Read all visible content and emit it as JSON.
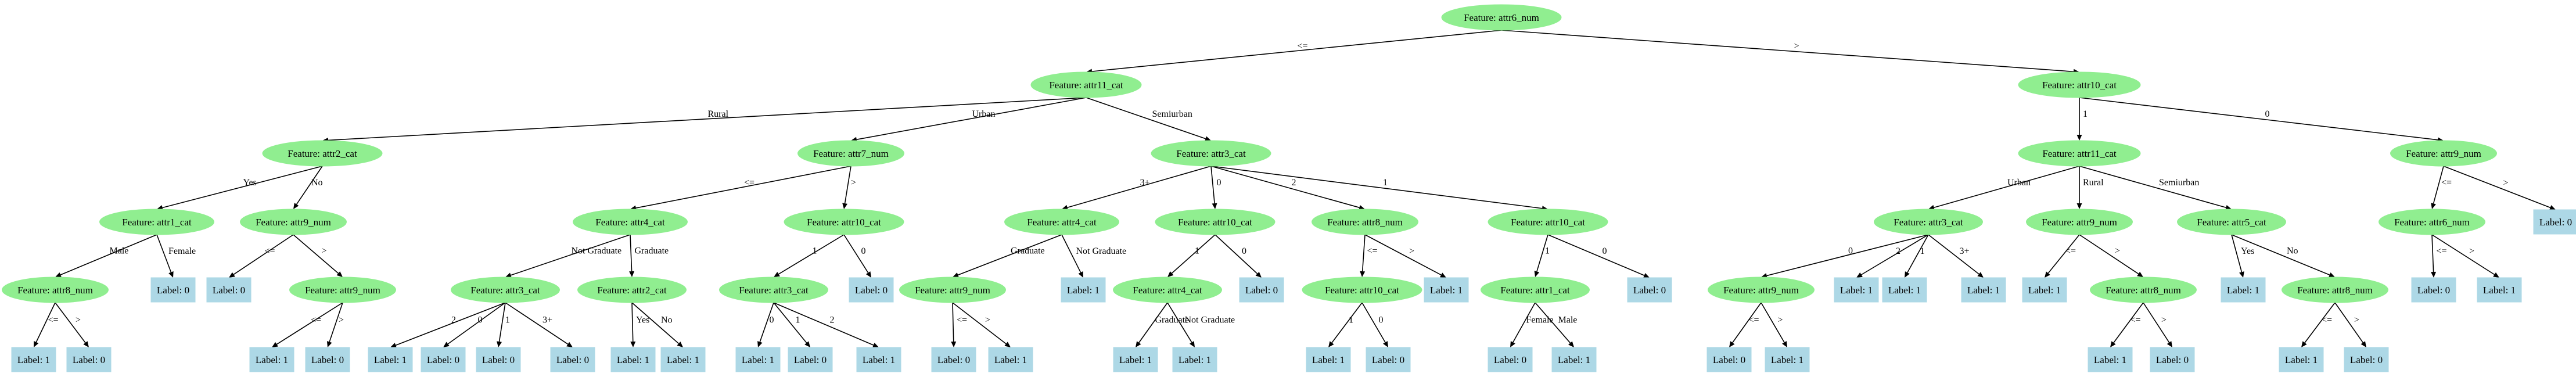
{
  "colors": {
    "feature_node_fill": "#90ee90",
    "leaf_node_fill": "#add8e6",
    "edge": "#000000",
    "background": "#ffffff"
  },
  "diagram": {
    "type": "decision-tree",
    "nodes": [
      {
        "id": "n0",
        "kind": "feature",
        "text": "Feature: attr6_num"
      },
      {
        "id": "n1",
        "kind": "feature",
        "text": "Feature: attr11_cat"
      },
      {
        "id": "n2",
        "kind": "feature",
        "text": "Feature: attr2_cat"
      },
      {
        "id": "n3",
        "kind": "feature",
        "text": "Feature: attr1_cat"
      },
      {
        "id": "n4",
        "kind": "feature",
        "text": "Feature: attr8_num"
      },
      {
        "id": "n5",
        "kind": "leaf",
        "text": "Label: 1"
      },
      {
        "id": "n6",
        "kind": "leaf",
        "text": "Label: 0"
      },
      {
        "id": "n7",
        "kind": "leaf",
        "text": "Label: 0"
      },
      {
        "id": "n8",
        "kind": "feature",
        "text": "Feature: attr9_num"
      },
      {
        "id": "n9",
        "kind": "leaf",
        "text": "Label: 0"
      },
      {
        "id": "n10",
        "kind": "feature",
        "text": "Feature: attr9_num"
      },
      {
        "id": "n11",
        "kind": "leaf",
        "text": "Label: 1"
      },
      {
        "id": "n12",
        "kind": "leaf",
        "text": "Label: 0"
      },
      {
        "id": "n13",
        "kind": "feature",
        "text": "Feature: attr7_num"
      },
      {
        "id": "n14",
        "kind": "feature",
        "text": "Feature: attr4_cat"
      },
      {
        "id": "n15",
        "kind": "feature",
        "text": "Feature: attr3_cat"
      },
      {
        "id": "n16",
        "kind": "leaf",
        "text": "Label: 1"
      },
      {
        "id": "n17",
        "kind": "leaf",
        "text": "Label: 0"
      },
      {
        "id": "n18",
        "kind": "leaf",
        "text": "Label: 0"
      },
      {
        "id": "n19",
        "kind": "leaf",
        "text": "Label: 0"
      },
      {
        "id": "n20",
        "kind": "feature",
        "text": "Feature: attr2_cat"
      },
      {
        "id": "n21",
        "kind": "leaf",
        "text": "Label: 1"
      },
      {
        "id": "n22",
        "kind": "leaf",
        "text": "Label: 1"
      },
      {
        "id": "n23",
        "kind": "feature",
        "text": "Feature: attr10_cat"
      },
      {
        "id": "n24",
        "kind": "feature",
        "text": "Feature: attr3_cat"
      },
      {
        "id": "n25",
        "kind": "leaf",
        "text": "Label: 1"
      },
      {
        "id": "n26",
        "kind": "leaf",
        "text": "Label: 0"
      },
      {
        "id": "n27",
        "kind": "leaf",
        "text": "Label: 1"
      },
      {
        "id": "n28",
        "kind": "leaf",
        "text": "Label: 0"
      },
      {
        "id": "n29",
        "kind": "feature",
        "text": "Feature: attr3_cat"
      },
      {
        "id": "n30",
        "kind": "feature",
        "text": "Feature: attr4_cat"
      },
      {
        "id": "n31",
        "kind": "feature",
        "text": "Feature: attr9_num"
      },
      {
        "id": "n32",
        "kind": "leaf",
        "text": "Label: 0"
      },
      {
        "id": "n33",
        "kind": "leaf",
        "text": "Label: 1"
      },
      {
        "id": "n34",
        "kind": "leaf",
        "text": "Label: 1"
      },
      {
        "id": "n35",
        "kind": "feature",
        "text": "Feature: attr10_cat"
      },
      {
        "id": "n36",
        "kind": "feature",
        "text": "Feature: attr4_cat"
      },
      {
        "id": "n37",
        "kind": "leaf",
        "text": "Label: 1"
      },
      {
        "id": "n38",
        "kind": "leaf",
        "text": "Label: 1"
      },
      {
        "id": "n39",
        "kind": "leaf",
        "text": "Label: 0"
      },
      {
        "id": "n40",
        "kind": "feature",
        "text": "Feature: attr8_num"
      },
      {
        "id": "n41",
        "kind": "feature",
        "text": "Feature: attr10_cat"
      },
      {
        "id": "n42",
        "kind": "leaf",
        "text": "Label: 1"
      },
      {
        "id": "n43",
        "kind": "leaf",
        "text": "Label: 0"
      },
      {
        "id": "n44",
        "kind": "leaf",
        "text": "Label: 1"
      },
      {
        "id": "n45",
        "kind": "feature",
        "text": "Feature: attr10_cat"
      },
      {
        "id": "n46",
        "kind": "feature",
        "text": "Feature: attr1_cat"
      },
      {
        "id": "n47",
        "kind": "leaf",
        "text": "Label: 0"
      },
      {
        "id": "n48",
        "kind": "leaf",
        "text": "Label: 1"
      },
      {
        "id": "n49",
        "kind": "leaf",
        "text": "Label: 0"
      },
      {
        "id": "n50",
        "kind": "feature",
        "text": "Feature: attr10_cat"
      },
      {
        "id": "n51",
        "kind": "feature",
        "text": "Feature: attr11_cat"
      },
      {
        "id": "n52",
        "kind": "feature",
        "text": "Feature: attr3_cat"
      },
      {
        "id": "n53",
        "kind": "feature",
        "text": "Feature: attr9_num"
      },
      {
        "id": "n54",
        "kind": "leaf",
        "text": "Label: 0"
      },
      {
        "id": "n55",
        "kind": "leaf",
        "text": "Label: 1"
      },
      {
        "id": "n56",
        "kind": "leaf",
        "text": "Label: 1"
      },
      {
        "id": "n57",
        "kind": "leaf",
        "text": "Label: 1"
      },
      {
        "id": "n58",
        "kind": "leaf",
        "text": "Label: 1"
      },
      {
        "id": "n59",
        "kind": "feature",
        "text": "Feature: attr9_num"
      },
      {
        "id": "n60",
        "kind": "leaf",
        "text": "Label: 1"
      },
      {
        "id": "n61",
        "kind": "feature",
        "text": "Feature: attr8_num"
      },
      {
        "id": "n62",
        "kind": "leaf",
        "text": "Label: 1"
      },
      {
        "id": "n63",
        "kind": "leaf",
        "text": "Label: 0"
      },
      {
        "id": "n64",
        "kind": "feature",
        "text": "Feature: attr5_cat"
      },
      {
        "id": "n65",
        "kind": "leaf",
        "text": "Label: 1"
      },
      {
        "id": "n66",
        "kind": "feature",
        "text": "Feature: attr8_num"
      },
      {
        "id": "n67",
        "kind": "leaf",
        "text": "Label: 1"
      },
      {
        "id": "n68",
        "kind": "leaf",
        "text": "Label: 0"
      },
      {
        "id": "n69",
        "kind": "feature",
        "text": "Feature: attr9_num"
      },
      {
        "id": "n70",
        "kind": "feature",
        "text": "Feature: attr6_num"
      },
      {
        "id": "n71",
        "kind": "leaf",
        "text": "Label: 0"
      },
      {
        "id": "n72",
        "kind": "leaf",
        "text": "Label: 1"
      },
      {
        "id": "n73",
        "kind": "leaf",
        "text": "Label: 0"
      }
    ],
    "edges": [
      {
        "from": "n0",
        "to": "n1",
        "label": "<="
      },
      {
        "from": "n0",
        "to": "n50",
        "label": ">"
      },
      {
        "from": "n1",
        "to": "n2",
        "label": "Rural"
      },
      {
        "from": "n1",
        "to": "n13",
        "label": "Urban"
      },
      {
        "from": "n1",
        "to": "n29",
        "label": "Semiurban"
      },
      {
        "from": "n2",
        "to": "n3",
        "label": "Yes"
      },
      {
        "from": "n2",
        "to": "n8",
        "label": "No"
      },
      {
        "from": "n3",
        "to": "n4",
        "label": "Male"
      },
      {
        "from": "n3",
        "to": "n7",
        "label": "Female"
      },
      {
        "from": "n4",
        "to": "n5",
        "label": "<="
      },
      {
        "from": "n4",
        "to": "n6",
        "label": ">"
      },
      {
        "from": "n8",
        "to": "n9",
        "label": "<="
      },
      {
        "from": "n8",
        "to": "n10",
        "label": ">"
      },
      {
        "from": "n10",
        "to": "n11",
        "label": "<="
      },
      {
        "from": "n10",
        "to": "n12",
        "label": ">"
      },
      {
        "from": "n13",
        "to": "n14",
        "label": "<="
      },
      {
        "from": "n13",
        "to": "n23",
        "label": ">"
      },
      {
        "from": "n14",
        "to": "n15",
        "label": "Not Graduate"
      },
      {
        "from": "n14",
        "to": "n20",
        "label": "Graduate"
      },
      {
        "from": "n15",
        "to": "n16",
        "label": "2"
      },
      {
        "from": "n15",
        "to": "n17",
        "label": "0"
      },
      {
        "from": "n15",
        "to": "n18",
        "label": "1"
      },
      {
        "from": "n15",
        "to": "n19",
        "label": "3+"
      },
      {
        "from": "n20",
        "to": "n21",
        "label": "Yes"
      },
      {
        "from": "n20",
        "to": "n22",
        "label": "No"
      },
      {
        "from": "n23",
        "to": "n24",
        "label": "1"
      },
      {
        "from": "n23",
        "to": "n28",
        "label": "0"
      },
      {
        "from": "n24",
        "to": "n25",
        "label": "0"
      },
      {
        "from": "n24",
        "to": "n26",
        "label": "1"
      },
      {
        "from": "n24",
        "to": "n27",
        "label": "2"
      },
      {
        "from": "n29",
        "to": "n30",
        "label": "3+"
      },
      {
        "from": "n29",
        "to": "n35",
        "label": "0"
      },
      {
        "from": "n29",
        "to": "n40",
        "label": "2"
      },
      {
        "from": "n29",
        "to": "n45",
        "label": "1"
      },
      {
        "from": "n30",
        "to": "n31",
        "label": "Graduate"
      },
      {
        "from": "n30",
        "to": "n34",
        "label": "Not Graduate"
      },
      {
        "from": "n31",
        "to": "n32",
        "label": "<="
      },
      {
        "from": "n31",
        "to": "n33",
        "label": ">"
      },
      {
        "from": "n35",
        "to": "n36",
        "label": "1"
      },
      {
        "from": "n35",
        "to": "n39",
        "label": "0"
      },
      {
        "from": "n36",
        "to": "n37",
        "label": "Graduate"
      },
      {
        "from": "n36",
        "to": "n38",
        "label": "Not Graduate"
      },
      {
        "from": "n40",
        "to": "n41",
        "label": "<="
      },
      {
        "from": "n40",
        "to": "n44",
        "label": ">"
      },
      {
        "from": "n41",
        "to": "n42",
        "label": "1"
      },
      {
        "from": "n41",
        "to": "n43",
        "label": "0"
      },
      {
        "from": "n45",
        "to": "n46",
        "label": "1"
      },
      {
        "from": "n45",
        "to": "n49",
        "label": "0"
      },
      {
        "from": "n46",
        "to": "n47",
        "label": "Female"
      },
      {
        "from": "n46",
        "to": "n48",
        "label": "Male"
      },
      {
        "from": "n50",
        "to": "n51",
        "label": "1"
      },
      {
        "from": "n50",
        "to": "n69",
        "label": "0"
      },
      {
        "from": "n51",
        "to": "n52",
        "label": "Urban"
      },
      {
        "from": "n51",
        "to": "n59",
        "label": "Rural"
      },
      {
        "from": "n51",
        "to": "n64",
        "label": "Semiurban"
      },
      {
        "from": "n52",
        "to": "n53",
        "label": "0"
      },
      {
        "from": "n52",
        "to": "n56",
        "label": "2"
      },
      {
        "from": "n52",
        "to": "n57",
        "label": "1"
      },
      {
        "from": "n52",
        "to": "n58",
        "label": "3+"
      },
      {
        "from": "n53",
        "to": "n54",
        "label": "<="
      },
      {
        "from": "n53",
        "to": "n55",
        "label": ">"
      },
      {
        "from": "n59",
        "to": "n60",
        "label": "<="
      },
      {
        "from": "n59",
        "to": "n61",
        "label": ">"
      },
      {
        "from": "n61",
        "to": "n62",
        "label": "<="
      },
      {
        "from": "n61",
        "to": "n63",
        "label": ">"
      },
      {
        "from": "n64",
        "to": "n65",
        "label": "Yes"
      },
      {
        "from": "n64",
        "to": "n66",
        "label": "No"
      },
      {
        "from": "n66",
        "to": "n67",
        "label": "<="
      },
      {
        "from": "n66",
        "to": "n68",
        "label": ">"
      },
      {
        "from": "n69",
        "to": "n70",
        "label": "<="
      },
      {
        "from": "n69",
        "to": "n73",
        "label": ">"
      },
      {
        "from": "n70",
        "to": "n71",
        "label": "<="
      },
      {
        "from": "n70",
        "to": "n72",
        "label": ">"
      }
    ]
  }
}
